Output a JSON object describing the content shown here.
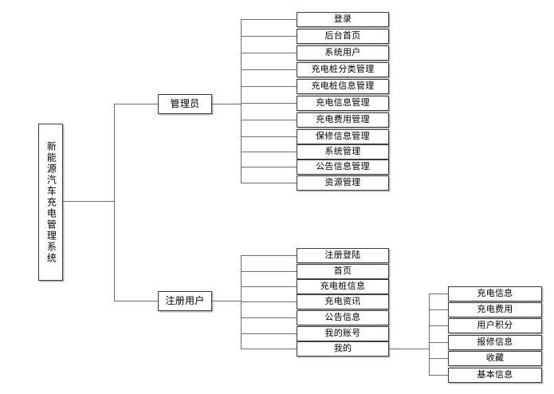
{
  "diagram": {
    "type": "tree-structure-diagram",
    "title": "新能源汽车充电管理系统",
    "root": {
      "label": "新能源汽车充电管理系统",
      "orientation": "vertical-text"
    },
    "branches": [
      {
        "label": "管理员",
        "children": [
          "登录",
          "后台首页",
          "系统用户",
          "充电桩分类管理",
          "充电桩信息管理",
          "充电信息管理",
          "充电费用管理",
          "保修信息管理",
          "系统管理",
          "公告信息管理",
          "资源管理"
        ]
      },
      {
        "label": "注册用户",
        "children": [
          "注册登陆",
          "首页",
          "充电桩信息",
          "充电资讯",
          "公告信息",
          "我的账号",
          "我的"
        ],
        "sub_branch": {
          "parent": "我的",
          "children": [
            "充电信息",
            "充电费用",
            "用户积分",
            "报修信息",
            "收藏",
            "基本信息"
          ]
        }
      }
    ],
    "colors": {
      "background": "#ffffff",
      "box_fill": "#ffffff",
      "box_border": "#3b3b3b",
      "box_shadow": "#b8b8b8",
      "connector": "#6e6e6e",
      "text": "#000000"
    }
  }
}
